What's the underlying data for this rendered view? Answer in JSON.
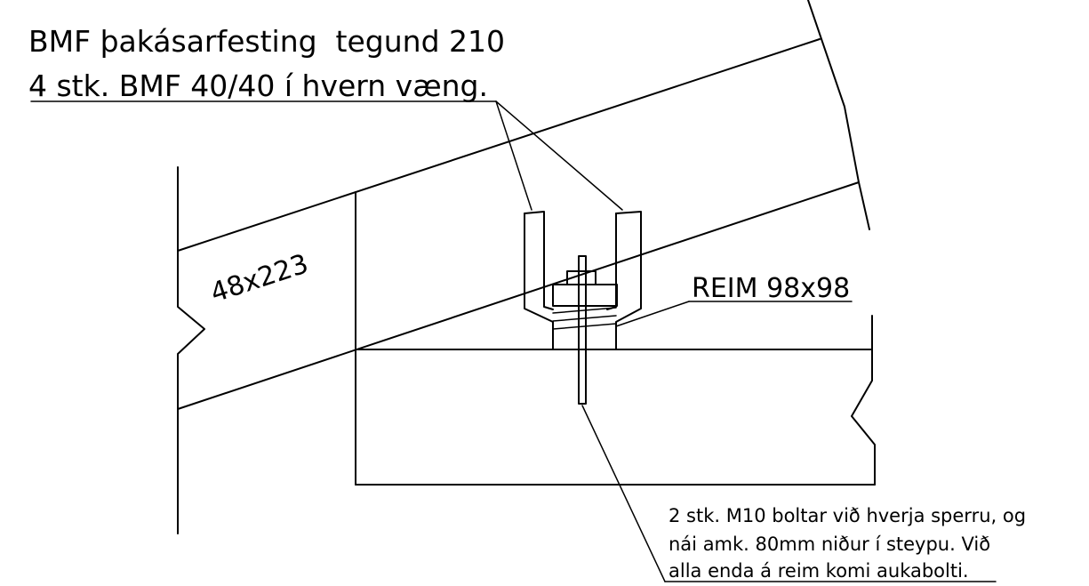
{
  "title_line1": "BMF þakásarfesting  tegund 210",
  "title_line2": "4 stk. BMF 40/40 í hvern væng.",
  "rafter_label": "48x223",
  "plate_label": "REIM 98x98",
  "note": {
    "line1": "2 stk. M10 boltar við hverja sperru, og",
    "line2": "nái amk. 80mm niður í steypu. Við",
    "line3": "alla enda á reim komi aukabolti."
  },
  "colors": {
    "ink": "#000000",
    "paper": "#ffffff"
  }
}
